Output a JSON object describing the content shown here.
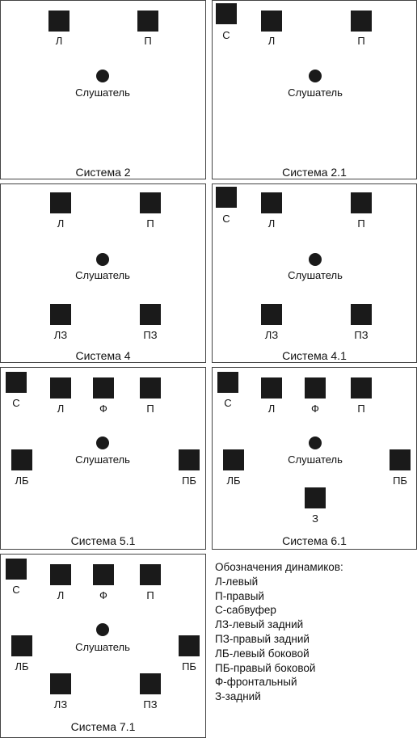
{
  "listener_label": "Слушатель",
  "colors": {
    "speaker": "#1a1a1a",
    "border": "#444444"
  },
  "systems": [
    {
      "title": "Система 2",
      "speakers": [
        {
          "label": "Л"
        },
        {
          "label": "П"
        }
      ]
    },
    {
      "title": "Система 2.1",
      "speakers": [
        {
          "label": "С"
        },
        {
          "label": "Л"
        },
        {
          "label": "П"
        }
      ]
    },
    {
      "title": "Система 4",
      "speakers": [
        {
          "label": "Л"
        },
        {
          "label": "П"
        },
        {
          "label": "ЛЗ"
        },
        {
          "label": "ПЗ"
        }
      ]
    },
    {
      "title": "Система 4.1",
      "speakers": [
        {
          "label": "С"
        },
        {
          "label": "Л"
        },
        {
          "label": "П"
        },
        {
          "label": "ЛЗ"
        },
        {
          "label": "ПЗ"
        }
      ]
    },
    {
      "title": "Система 5.1",
      "speakers": [
        {
          "label": "С"
        },
        {
          "label": "Л"
        },
        {
          "label": "Ф"
        },
        {
          "label": "П"
        },
        {
          "label": "ЛБ"
        },
        {
          "label": "ПБ"
        }
      ]
    },
    {
      "title": "Система 6.1",
      "speakers": [
        {
          "label": "С"
        },
        {
          "label": "Л"
        },
        {
          "label": "Ф"
        },
        {
          "label": "П"
        },
        {
          "label": "ЛБ"
        },
        {
          "label": "ПБ"
        },
        {
          "label": "З"
        }
      ]
    },
    {
      "title": "Система 7.1",
      "speakers": [
        {
          "label": "С"
        },
        {
          "label": "Л"
        },
        {
          "label": "Ф"
        },
        {
          "label": "П"
        },
        {
          "label": "ЛБ"
        },
        {
          "label": "ПБ"
        },
        {
          "label": "ЛЗ"
        },
        {
          "label": "ПЗ"
        }
      ]
    }
  ],
  "legend": {
    "title": "Обозначения динамиков:",
    "items": [
      "Л-левый",
      "П-правый",
      "С-сабвуфер",
      "ЛЗ-левый задний",
      "ПЗ-правый задний",
      "ЛБ-левый боковой",
      "ПБ-правый боковой",
      "Ф-фронтальный",
      "З-задний"
    ]
  }
}
